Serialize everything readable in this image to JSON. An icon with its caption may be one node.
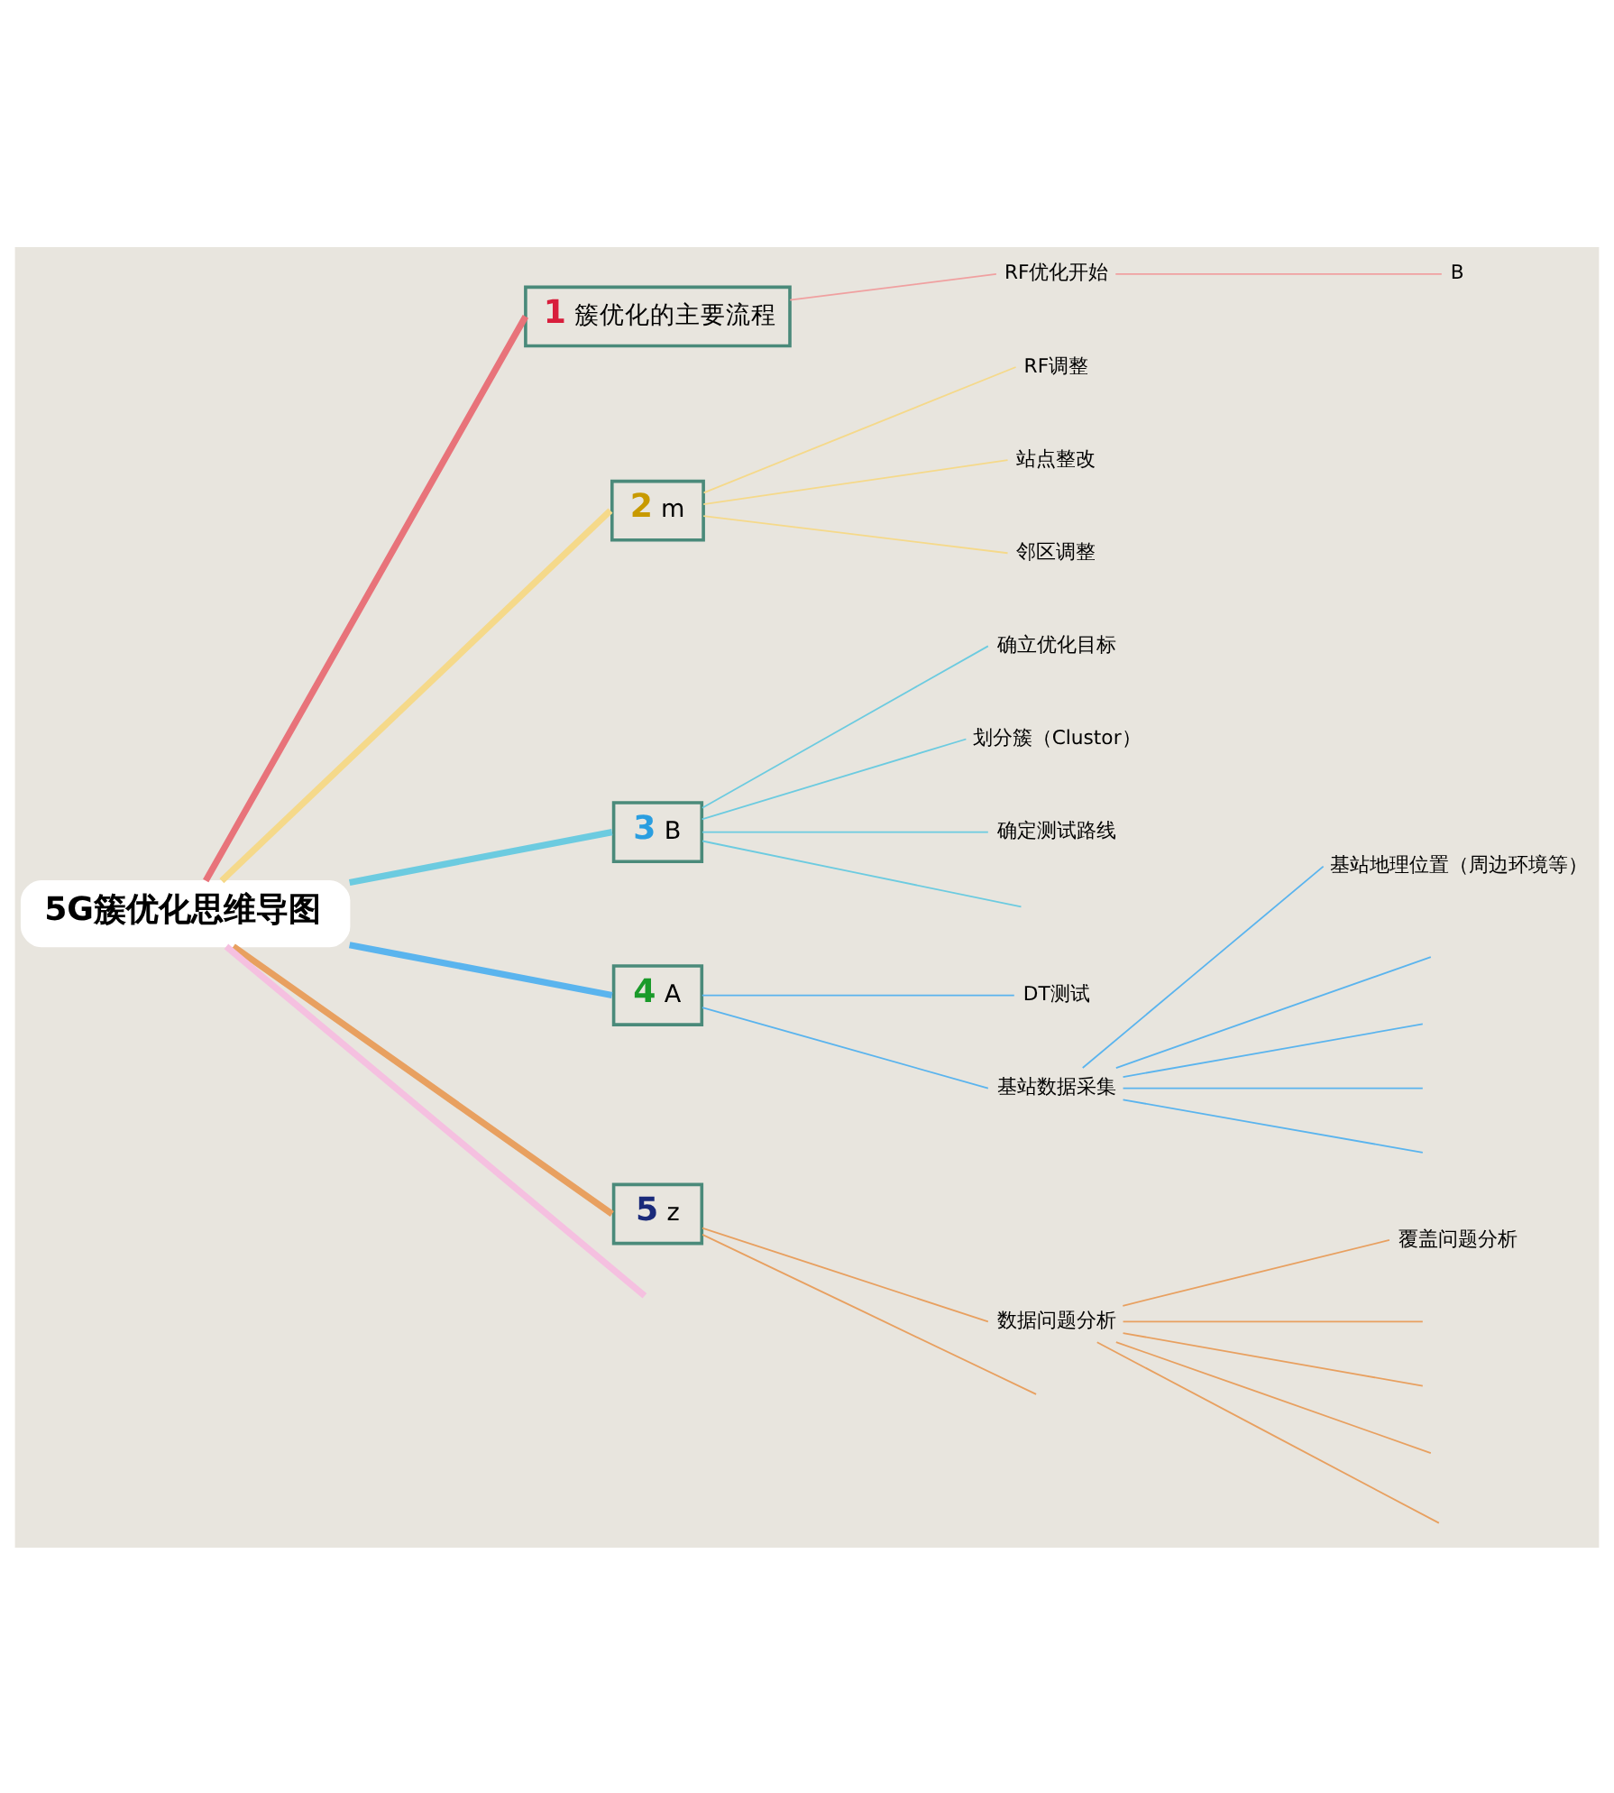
{
  "diagram": {
    "nodes": [
      {
        "text": [
          "5G簇优化思维导图"
        ]
      },
      {
        "text": [
          "1",
          "簇优化的主要流程"
        ]
      },
      {
        "text": [
          "RF优化开始"
        ]
      },
      {
        "text": [
          "B"
        ]
      },
      {
        "text": [
          "2",
          "m"
        ]
      },
      {
        "text": [
          "RF调整"
        ]
      },
      {
        "text": [
          "站点整改"
        ]
      },
      {
        "text": [
          "邻区调整"
        ]
      },
      {
        "text": [
          "3",
          "B"
        ]
      },
      {
        "text": [
          "确立优化目标"
        ]
      },
      {
        "text": [
          "划分簇（Clustor）"
        ]
      },
      {
        "text": [
          "确定测试路线"
        ]
      },
      {
        "text": [
          "4",
          "A"
        ]
      },
      {
        "text": [
          "DT测试"
        ]
      },
      {
        "text": [
          "基站数据采集"
        ]
      },
      {
        "text": [
          "基站地理位置（周边环境等）"
        ]
      },
      {
        "text": [
          "5",
          "z"
        ]
      },
      {
        "text": [
          "数据问题分析"
        ]
      },
      {
        "text": [
          "覆盖问题分析"
        ]
      }
    ],
    "edges": [
      {
        "from": 0,
        "to": 1,
        "arrow": "none",
        "style": "thick",
        "color": "#e8737a"
      },
      {
        "from": 1,
        "to": 2,
        "arrow": "none",
        "color": "#f0a0a0"
      },
      {
        "from": 2,
        "to": 3,
        "arrow": "none",
        "color": "#f0a0a0"
      },
      {
        "from": 0,
        "to": 4,
        "arrow": "none",
        "style": "thick",
        "color": "#f5d98a"
      },
      {
        "from": 4,
        "to": 5,
        "arrow": "none",
        "color": "#f5d98a"
      },
      {
        "from": 4,
        "to": 6,
        "arrow": "none",
        "color": "#f5d98a"
      },
      {
        "from": 4,
        "to": 7,
        "arrow": "none",
        "color": "#f5d98a"
      },
      {
        "from": 0,
        "to": 8,
        "arrow": "none",
        "style": "thick",
        "color": "#6ccbe0"
      },
      {
        "from": 8,
        "to": 9,
        "arrow": "none",
        "color": "#6ccbe0"
      },
      {
        "from": 8,
        "to": 10,
        "arrow": "none",
        "color": "#6ccbe0"
      },
      {
        "from": 8,
        "to": 11,
        "arrow": "none",
        "color": "#6ccbe0"
      },
      {
        "from": 8,
        "to": null,
        "arrow": "none",
        "color": "#6ccbe0"
      },
      {
        "from": 0,
        "to": 12,
        "arrow": "none",
        "style": "thick",
        "color": "#5ab4ee"
      },
      {
        "from": 12,
        "to": 13,
        "arrow": "none",
        "color": "#5ab4ee"
      },
      {
        "from": 12,
        "to": 14,
        "arrow": "none",
        "color": "#5ab4ee"
      },
      {
        "from": 14,
        "to": 15,
        "arrow": "none",
        "color": "#5ab4ee"
      },
      {
        "from": 14,
        "to": null,
        "arrow": "none",
        "color": "#5ab4ee"
      },
      {
        "from": 14,
        "to": null,
        "arrow": "none",
        "color": "#5ab4ee"
      },
      {
        "from": 14,
        "to": null,
        "arrow": "none",
        "color": "#5ab4ee"
      },
      {
        "from": 14,
        "to": null,
        "arrow": "none",
        "color": "#5ab4ee"
      },
      {
        "from": 0,
        "to": 16,
        "arrow": "none",
        "style": "thick",
        "color": "#e8a060"
      },
      {
        "from": 16,
        "to": 17,
        "arrow": "none",
        "color": "#e8a060"
      },
      {
        "from": 16,
        "to": null,
        "arrow": "none",
        "color": "#e8a060"
      },
      {
        "from": 17,
        "to": 18,
        "arrow": "none",
        "color": "#e8a060"
      },
      {
        "from": 17,
        "to": null,
        "arrow": "none",
        "color": "#e8a060"
      },
      {
        "from": 17,
        "to": null,
        "arrow": "none",
        "color": "#e8a060"
      },
      {
        "from": 17,
        "to": null,
        "arrow": "none",
        "color": "#e8a060"
      },
      {
        "from": 17,
        "to": null,
        "arrow": "none",
        "color": "#e8a060"
      },
      {
        "from": 0,
        "to": null,
        "arrow": "none",
        "style": "thick",
        "color": "#f5c0e0"
      }
    ]
  }
}
